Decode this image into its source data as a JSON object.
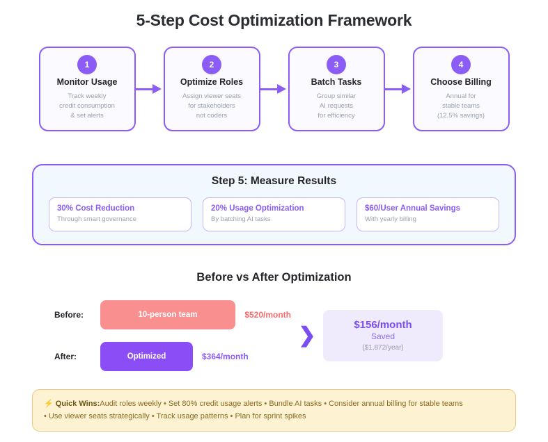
{
  "page": {
    "title": "5-Step Cost Optimization Framework"
  },
  "flow": {
    "steps": [
      {
        "number": "1",
        "title": "Monitor Usage",
        "desc": "Track weekly\ncredit consumption\n& set alerts"
      },
      {
        "number": "2",
        "title": "Optimize Roles",
        "desc": "Assign viewer seats\nfor stakeholders\nnot coders"
      },
      {
        "number": "3",
        "title": "Batch Tasks",
        "desc": "Group similar\nAI requests\nfor efficiency"
      },
      {
        "number": "4",
        "title": "Choose Billing",
        "desc": "Annual for\nstable teams\n(12.5% savings)"
      }
    ],
    "arrow_icon": "arrow-right-icon"
  },
  "step5": {
    "title": "Step 5: Measure Results",
    "metrics": [
      {
        "head": "30% Cost Reduction",
        "sub": "Through smart governance"
      },
      {
        "head": "20% Usage Optimization",
        "sub": "By batching AI tasks"
      },
      {
        "head": "$60/User Annual Savings",
        "sub": "With yearly billing"
      }
    ]
  },
  "compare": {
    "title": "Before vs After Optimization",
    "before": {
      "label": "Before:",
      "bar_text": "10-person team",
      "price": "$520/month"
    },
    "after": {
      "label": "After:",
      "bar_text": "Optimized",
      "price": "$364/month"
    },
    "chevron": "❯",
    "savings": {
      "amount": "$156/month",
      "word": "Saved",
      "yearly": "($1,872/year)"
    }
  },
  "quickwins": {
    "bolt": "⚡",
    "label": "Quick Wins:",
    "line1": "Audit roles weekly • Set 80% credit usage alerts • Bundle AI tasks • Consider annual billing for stable teams",
    "line2": "• Use viewer seats strategically • Track usage patterns • Plan for sprint spikes"
  },
  "chart_data": {
    "type": "bar",
    "title": "Before vs After Optimization",
    "orientation": "horizontal",
    "categories": [
      "Before:",
      "After:"
    ],
    "values": [
      520,
      364
    ],
    "value_labels": [
      "$520/month",
      "$364/month"
    ],
    "bar_labels": [
      "10-person team",
      "Optimized"
    ],
    "colors": [
      "#fa8f8f",
      "#8b4ef6"
    ],
    "xlabel": "",
    "ylabel": "",
    "unit": "USD per month",
    "annotations": [
      "$156/month Saved",
      "($1,872/year)"
    ],
    "grid": false,
    "legend": "none"
  },
  "colors": {
    "accent_purple": "#8b5cf6",
    "bar_before": "#fa8f8f",
    "bar_after": "#8b4ef6",
    "panel_bg": "#f1f8fe",
    "footer_bg": "#fdf3d3",
    "footer_border": "#e8c884"
  }
}
